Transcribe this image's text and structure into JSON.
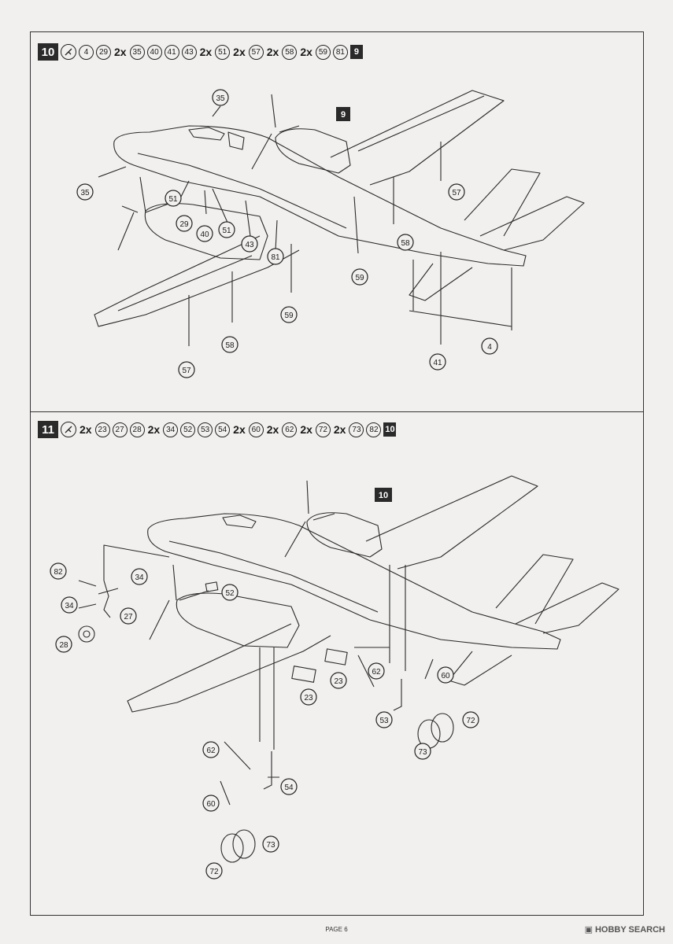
{
  "steps": [
    {
      "number": "10",
      "header_parts": [
        {
          "qty": "",
          "part": "4"
        },
        {
          "qty": "",
          "part": "29"
        },
        {
          "qty": "2x",
          "part": "35"
        },
        {
          "qty": "",
          "part": "40"
        },
        {
          "qty": "",
          "part": "41"
        },
        {
          "qty": "",
          "part": "43"
        },
        {
          "qty": "2x",
          "part": "51"
        },
        {
          "qty": "2x",
          "part": "57"
        },
        {
          "qty": "2x",
          "part": "58"
        },
        {
          "qty": "2x",
          "part": "59"
        },
        {
          "qty": "",
          "part": "81"
        }
      ],
      "result_box": "9",
      "drawing_box": "9",
      "callouts": {
        "c35a": "35",
        "c35b": "35",
        "c51": "51",
        "c29": "29",
        "c40": "40",
        "c51b": "51",
        "c43": "43",
        "c81": "81",
        "c59a": "59",
        "c59b": "59",
        "c58a": "58",
        "c58b": "58",
        "c57a": "57",
        "c57b": "57",
        "c41": "41",
        "c4": "4"
      }
    },
    {
      "number": "11",
      "header_parts": [
        {
          "qty": "2x",
          "part": "23"
        },
        {
          "qty": "",
          "part": "27"
        },
        {
          "qty": "",
          "part": "28"
        },
        {
          "qty": "2x",
          "part": "34"
        },
        {
          "qty": "",
          "part": "52"
        },
        {
          "qty": "",
          "part": "53"
        },
        {
          "qty": "",
          "part": "54"
        },
        {
          "qty": "2x",
          "part": "60"
        },
        {
          "qty": "2x",
          "part": "62"
        },
        {
          "qty": "2x",
          "part": "72"
        },
        {
          "qty": "2x",
          "part": "73"
        },
        {
          "qty": "",
          "part": "82"
        }
      ],
      "result_box": "10",
      "drawing_box": "10",
      "callouts": {
        "c82": "82",
        "c34a": "34",
        "c34b": "34",
        "c27": "27",
        "c28": "28",
        "c52": "52",
        "c23a": "23",
        "c23b": "23",
        "c62a": "62",
        "c62b": "62",
        "c60a": "60",
        "c60b": "60",
        "c53": "53",
        "c54": "54",
        "c72a": "72",
        "c72b": "72",
        "c73a": "73",
        "c73b": "73"
      }
    }
  ],
  "footer": {
    "page": "PAGE 6"
  },
  "watermark": {
    "text": "HOBBY SEARCH"
  },
  "colors": {
    "line": "#2a2a2a",
    "paper": "#f1f0ee"
  }
}
